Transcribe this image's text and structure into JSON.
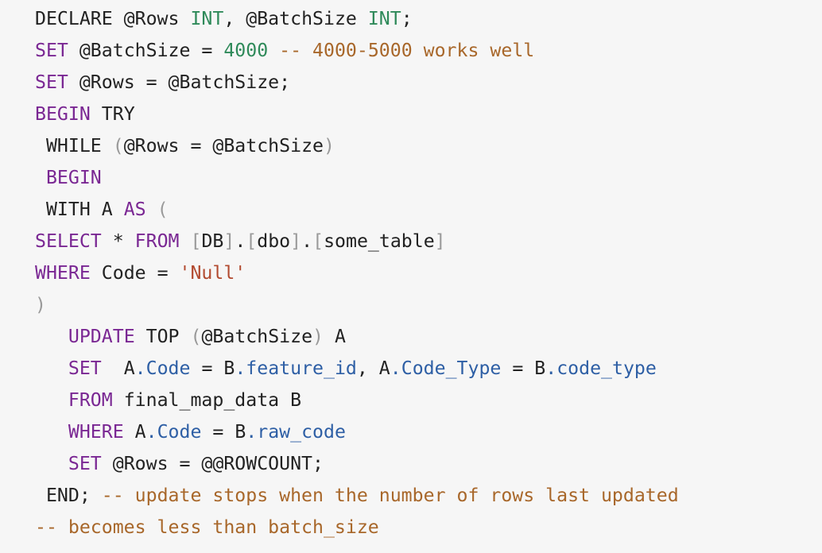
{
  "code": {
    "lines": [
      [
        {
          "t": "txt",
          "v": "DECLARE @Rows "
        },
        {
          "t": "type",
          "v": "INT"
        },
        {
          "t": "txt",
          "v": ", @BatchSize "
        },
        {
          "t": "type",
          "v": "INT"
        },
        {
          "t": "txt",
          "v": ";"
        }
      ],
      [
        {
          "t": "kw",
          "v": "SET"
        },
        {
          "t": "txt",
          "v": " @BatchSize = "
        },
        {
          "t": "num",
          "v": "4000"
        },
        {
          "t": "txt",
          "v": " "
        },
        {
          "t": "com",
          "v": "-- 4000-5000 works well"
        }
      ],
      [
        {
          "t": "kw",
          "v": "SET"
        },
        {
          "t": "txt",
          "v": " @Rows = @BatchSize;"
        }
      ],
      [
        {
          "t": "kw",
          "v": "BEGIN"
        },
        {
          "t": "txt",
          "v": " TRY"
        }
      ],
      [
        {
          "t": "txt",
          "v": " WHILE "
        },
        {
          "t": "pun",
          "v": "("
        },
        {
          "t": "txt",
          "v": "@Rows = @BatchSize"
        },
        {
          "t": "pun",
          "v": ")"
        }
      ],
      [
        {
          "t": "txt",
          "v": " "
        },
        {
          "t": "kw",
          "v": "BEGIN"
        }
      ],
      [
        {
          "t": "txt",
          "v": " WITH A "
        },
        {
          "t": "kw",
          "v": "AS"
        },
        {
          "t": "txt",
          "v": " "
        },
        {
          "t": "pun",
          "v": "("
        }
      ],
      [
        {
          "t": "kw",
          "v": "SELECT"
        },
        {
          "t": "txt",
          "v": " * "
        },
        {
          "t": "kw",
          "v": "FROM"
        },
        {
          "t": "txt",
          "v": " "
        },
        {
          "t": "pun",
          "v": "["
        },
        {
          "t": "txt",
          "v": "DB"
        },
        {
          "t": "pun",
          "v": "]"
        },
        {
          "t": "txt",
          "v": "."
        },
        {
          "t": "pun",
          "v": "["
        },
        {
          "t": "txt",
          "v": "dbo"
        },
        {
          "t": "pun",
          "v": "]"
        },
        {
          "t": "txt",
          "v": "."
        },
        {
          "t": "pun",
          "v": "["
        },
        {
          "t": "txt",
          "v": "some_table"
        },
        {
          "t": "pun",
          "v": "]"
        }
      ],
      [
        {
          "t": "kw",
          "v": "WHERE"
        },
        {
          "t": "txt",
          "v": " Code = "
        },
        {
          "t": "str",
          "v": "'Null'"
        }
      ],
      [
        {
          "t": "pun",
          "v": ")"
        }
      ],
      [
        {
          "t": "txt",
          "v": "   "
        },
        {
          "t": "kw",
          "v": "UPDATE"
        },
        {
          "t": "txt",
          "v": " TOP "
        },
        {
          "t": "pun",
          "v": "("
        },
        {
          "t": "txt",
          "v": "@BatchSize"
        },
        {
          "t": "pun",
          "v": ")"
        },
        {
          "t": "txt",
          "v": " A"
        }
      ],
      [
        {
          "t": "txt",
          "v": "   "
        },
        {
          "t": "kw",
          "v": "SET"
        },
        {
          "t": "txt",
          "v": "  A"
        },
        {
          "t": "col",
          "v": ".Code"
        },
        {
          "t": "txt",
          "v": " = B"
        },
        {
          "t": "col",
          "v": ".feature_id"
        },
        {
          "t": "txt",
          "v": ", A"
        },
        {
          "t": "col",
          "v": ".Code_Type"
        },
        {
          "t": "txt",
          "v": " = B"
        },
        {
          "t": "col",
          "v": ".code_type"
        }
      ],
      [
        {
          "t": "txt",
          "v": "   "
        },
        {
          "t": "kw",
          "v": "FROM"
        },
        {
          "t": "txt",
          "v": " final_map_data B"
        }
      ],
      [
        {
          "t": "txt",
          "v": "   "
        },
        {
          "t": "kw",
          "v": "WHERE"
        },
        {
          "t": "txt",
          "v": " A"
        },
        {
          "t": "col",
          "v": ".Code"
        },
        {
          "t": "txt",
          "v": " = B"
        },
        {
          "t": "col",
          "v": ".raw_code"
        }
      ],
      [
        {
          "t": "txt",
          "v": "   "
        },
        {
          "t": "kw",
          "v": "SET"
        },
        {
          "t": "txt",
          "v": " @Rows = @@ROWCOUNT;"
        }
      ],
      [
        {
          "t": "txt",
          "v": " END; "
        },
        {
          "t": "com",
          "v": "-- update stops when the number of rows last updated"
        }
      ],
      [
        {
          "t": "com",
          "v": "-- becomes less than batch_size"
        }
      ]
    ]
  }
}
